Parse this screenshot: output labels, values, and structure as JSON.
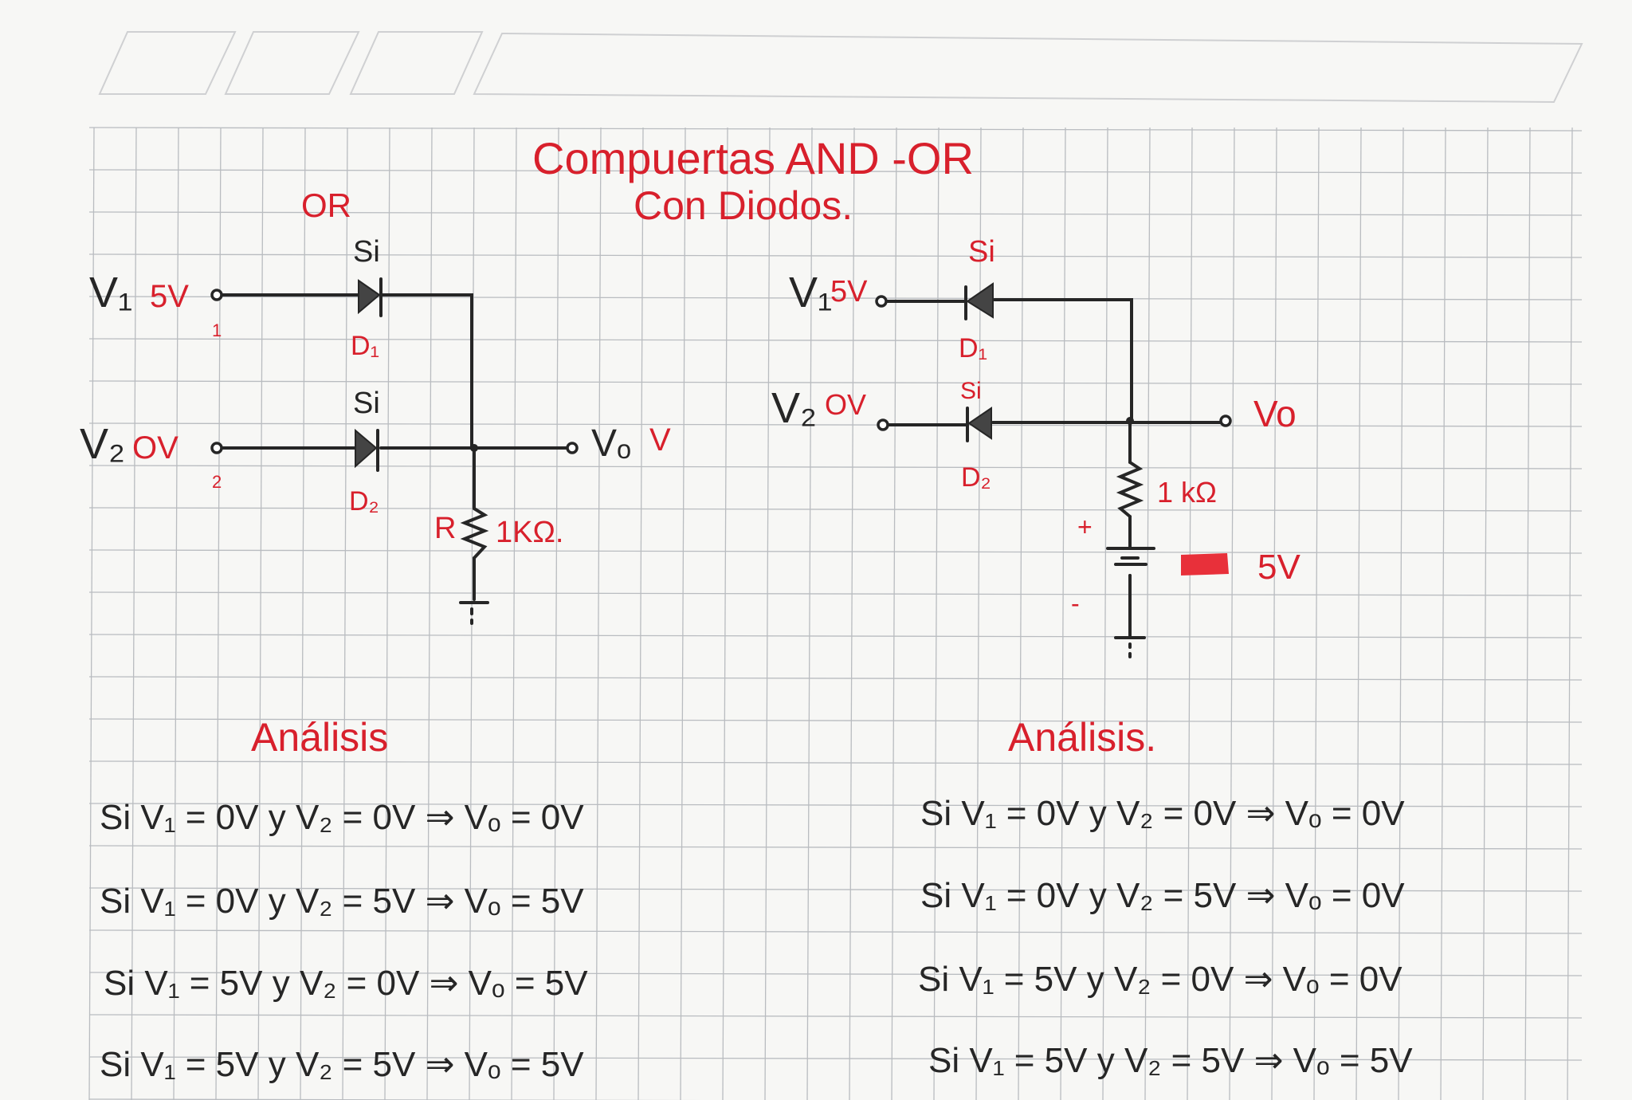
{
  "title": {
    "line1": "Compuertas AND -OR",
    "line2": "Con Diodos."
  },
  "colors": {
    "ink_red": "#d8202c",
    "ink_black": "#262626",
    "grid": "#b9bcc0"
  },
  "or_circuit": {
    "heading": "OR",
    "v1_label": "V₁",
    "v1_value": "5V",
    "node1": "1",
    "v2_label": "V₂",
    "v2_value": "OV",
    "node2": "2",
    "d1_material": "Si",
    "d1_label": "D₁",
    "d2_material": "Si",
    "d2_label": "D₂",
    "vo_label": "Vₒ",
    "vo_mark": "V",
    "resistor_label": "R",
    "resistor_value": "1KΩ."
  },
  "and_circuit": {
    "v1_label": "V₁",
    "v1_value": "5V",
    "v2_label": "V₂",
    "v2_value": "OV",
    "d1_material": "Si",
    "d1_label": "D₁",
    "d2_material": "Si",
    "d2_label": "D₂",
    "vo_label": "Vo",
    "resistor_value": "1 kΩ",
    "battery_plus": "+",
    "battery_minus": "-",
    "battery_value": "5V"
  },
  "or_analysis": {
    "heading": "Análisis",
    "rows": [
      "Si   V₁ = 0V  y  V₂ = 0V  ⇒  Vₒ = 0V",
      "Si   V₁ = 0V  y  V₂ = 5V  ⇒  Vₒ = 5V",
      "Si   V₁ = 5V  y  V₂ = 0V  ⇒  Vₒ = 5V",
      "Si   V₁ = 5V  y  V₂ = 5V  ⇒  Vₒ = 5V"
    ]
  },
  "and_analysis": {
    "heading": "Análisis.",
    "rows": [
      "Si   V₁ = 0V y  V₂ = 0V ⇒  Vₒ = 0V",
      "Si   V₁ = 0V y  V₂ = 5V ⇒  Vₒ = 0V",
      "Si   V₁ = 5V  y  V₂ = 0V ⇒  Vₒ = 0V",
      "Si   V₁ = 5V   y  V₂ = 5V ⇒   Vₒ = 5V"
    ]
  }
}
